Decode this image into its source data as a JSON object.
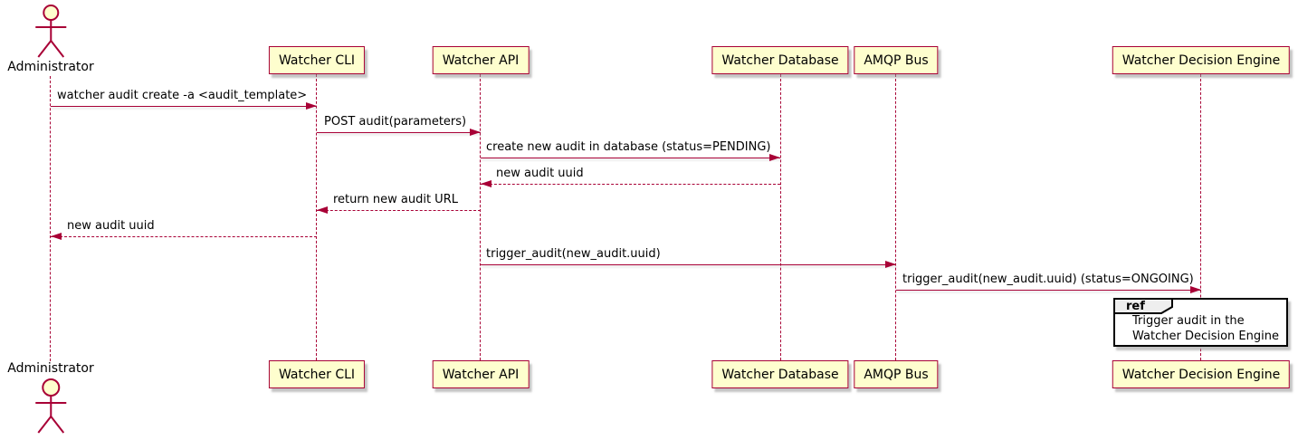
{
  "diagram": {
    "type": "plantuml-sequence",
    "participants": [
      {
        "name": "Administrator",
        "kind": "actor"
      },
      {
        "name": "Watcher CLI",
        "kind": "participant"
      },
      {
        "name": "Watcher API",
        "kind": "participant"
      },
      {
        "name": "Watcher Database",
        "kind": "participant"
      },
      {
        "name": "AMQP Bus",
        "kind": "participant"
      },
      {
        "name": "Watcher Decision Engine",
        "kind": "participant"
      }
    ],
    "messages": [
      {
        "from": "Administrator",
        "to": "Watcher CLI",
        "line": "solid",
        "text": "watcher audit create -a <audit_template>"
      },
      {
        "from": "Watcher CLI",
        "to": "Watcher API",
        "line": "solid",
        "text": "POST audit(parameters)"
      },
      {
        "from": "Watcher API",
        "to": "Watcher Database",
        "line": "solid",
        "text": "create new audit in database (status=PENDING)"
      },
      {
        "from": "Watcher Database",
        "to": "Watcher API",
        "line": "dashed",
        "text": "new audit uuid"
      },
      {
        "from": "Watcher API",
        "to": "Watcher CLI",
        "line": "dashed",
        "text": "return new audit URL"
      },
      {
        "from": "Watcher CLI",
        "to": "Administrator",
        "line": "dashed",
        "text": "new audit uuid"
      },
      {
        "from": "Watcher API",
        "to": "AMQP Bus",
        "line": "solid",
        "text": "trigger_audit(new_audit.uuid)"
      },
      {
        "from": "AMQP Bus",
        "to": "Watcher Decision Engine",
        "line": "solid",
        "text": "trigger_audit(new_audit.uuid) (status=ONGOING)"
      }
    ],
    "ref": {
      "keyword": "ref",
      "line1": "Trigger audit in the",
      "line2": "Watcher Decision Engine"
    },
    "icons": {
      "actor": "stick-figure-icon"
    },
    "colors": {
      "stroke": "#A80036",
      "participant_fill": "#FEFECE",
      "ref_border": "#000000",
      "ref_label_fill": "#EEEEEE",
      "text": "#000000",
      "background": "#FFFFFF"
    }
  }
}
